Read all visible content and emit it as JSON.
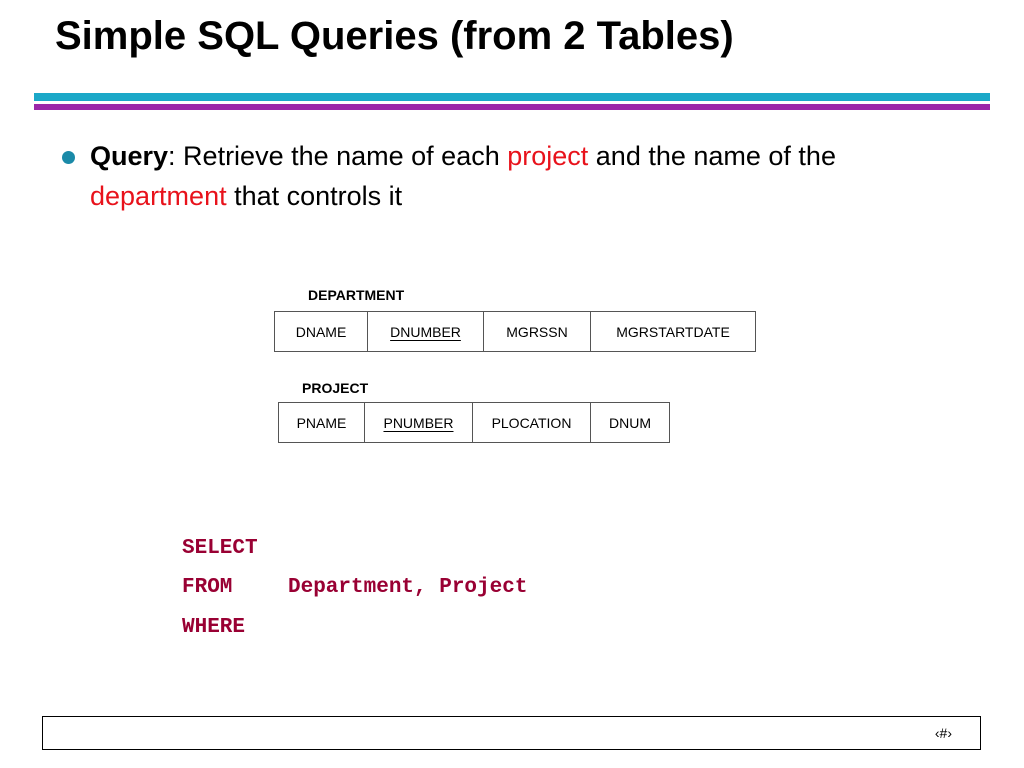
{
  "slide": {
    "title": "Simple SQL Queries (from 2 Tables)",
    "bullet": {
      "label": "Query",
      "text_before": ": Retrieve the name of each ",
      "highlight_1": "project",
      "text_middle": " and the name of the ",
      "highlight_2": "department",
      "text_after": " that controls it"
    },
    "department": {
      "label": "DEPARTMENT",
      "columns": [
        "DNAME",
        "DNUMBER",
        "MGRSSN",
        "MGRSTARTDATE"
      ]
    },
    "project": {
      "label": "PROJECT",
      "columns": [
        "PNAME",
        "PNUMBER",
        "PLOCATION",
        "DNUM"
      ]
    },
    "sql": {
      "select_keyword": "SELECT",
      "from_keyword": "FROM",
      "from_value": "Department, Project",
      "where_keyword": "WHERE"
    },
    "footer": {
      "slide_number": "‹#›"
    }
  },
  "colors": {
    "highlight": "#e8121b",
    "sql": "#990033",
    "rule_cyan": "#1ba8c8",
    "rule_purple": "#9b27a8",
    "bullet": "#1a8aa8"
  }
}
